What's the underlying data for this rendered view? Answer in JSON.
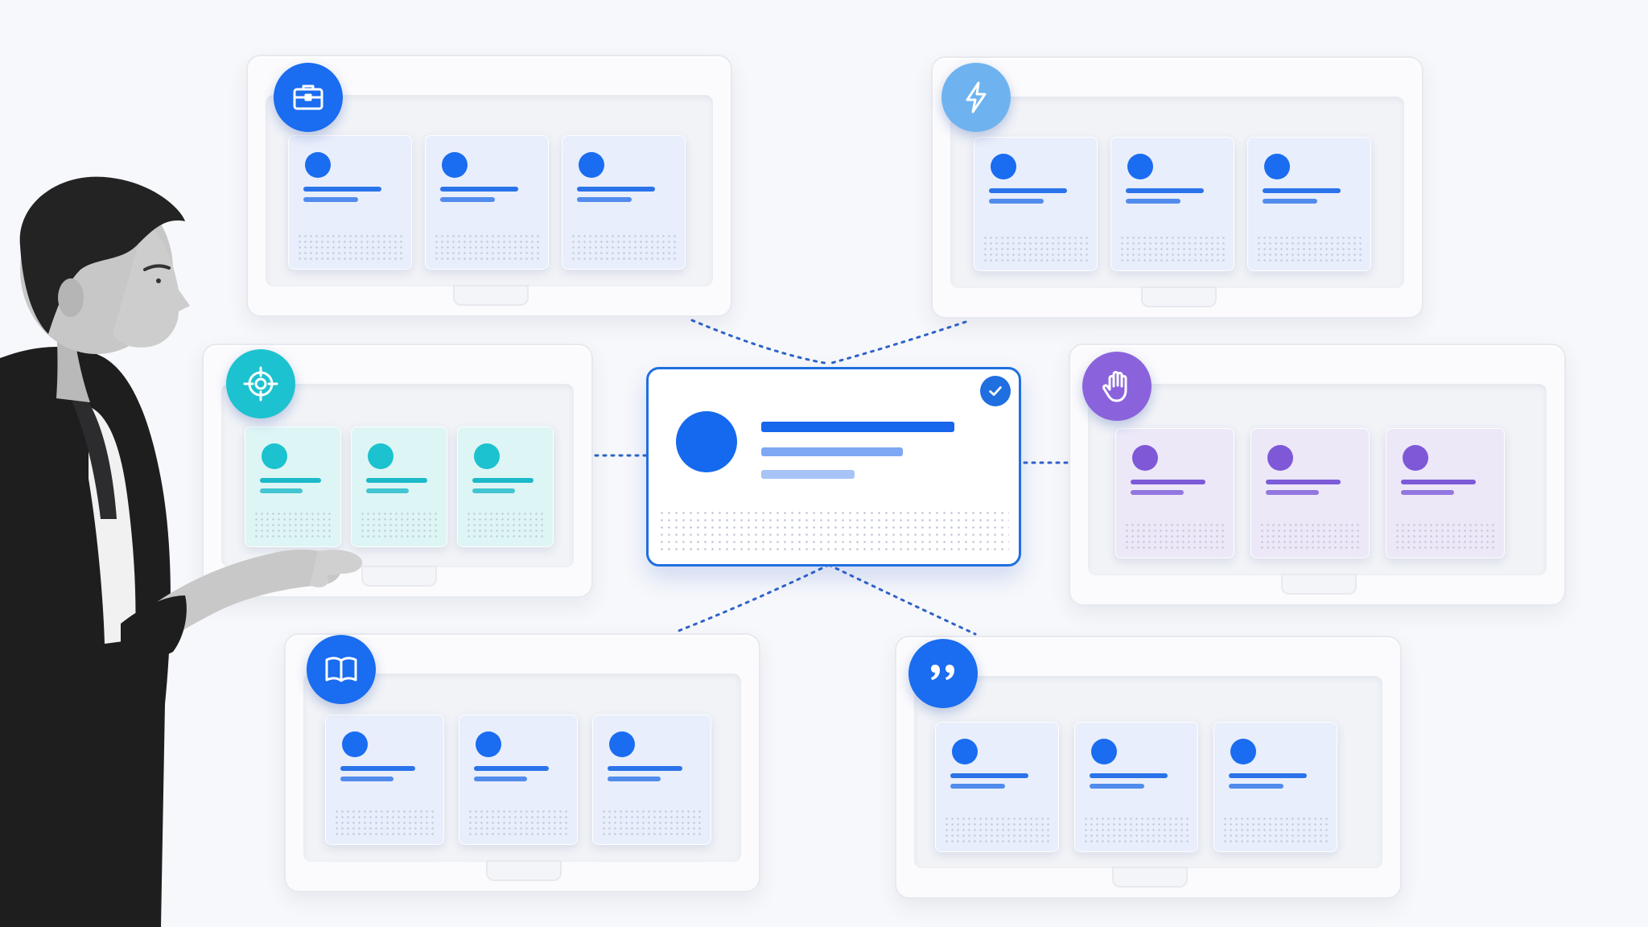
{
  "colors": {
    "blue": "#1a6cf0",
    "light_blue": "#6eb3ef",
    "teal": "#1cc2cf",
    "purple": "#8a63dc",
    "connector": "#2f63c9"
  },
  "center_card": {
    "state": "selected",
    "badge_icon": "check-icon"
  },
  "modules": [
    {
      "id": "toolkit",
      "icon": "briefcase-icon",
      "accent": "blue"
    },
    {
      "id": "power",
      "icon": "lightning-icon",
      "accent": "light_blue"
    },
    {
      "id": "focus",
      "icon": "target-icon",
      "accent": "teal"
    },
    {
      "id": "interaction",
      "icon": "hand-icon",
      "accent": "purple"
    },
    {
      "id": "knowledge",
      "icon": "book-icon",
      "accent": "blue"
    },
    {
      "id": "testimonials",
      "icon": "quote-icon",
      "accent": "blue"
    }
  ],
  "cards_per_module": 3,
  "person": {
    "style": "grayscale-photo",
    "pose": "reaching-toward-cards"
  }
}
